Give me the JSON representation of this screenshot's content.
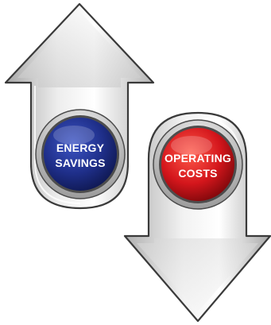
{
  "up_arrow": {
    "badge_line_1": "ENERGY",
    "badge_line_2": "SAVINGS",
    "badge_color": "#1f2f8a",
    "icon": "arrow-up-icon"
  },
  "down_arrow": {
    "badge_line_1": "OPERATING",
    "badge_line_2": "COSTS",
    "badge_color": "#d4161c",
    "icon": "arrow-down-icon"
  },
  "colors": {
    "arrow_silver_light": "#f4f4f4",
    "arrow_silver_dark": "#a9a9a9",
    "outline": "#3a3a3a"
  }
}
